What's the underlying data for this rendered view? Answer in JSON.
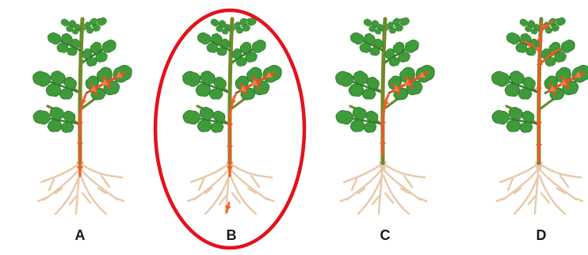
{
  "options": [
    {
      "label": "A",
      "flow": "leaves-to-root"
    },
    {
      "label": "B",
      "flow": "leaves-to-root-tip"
    },
    {
      "label": "C",
      "flow": "leaves-to-stem"
    },
    {
      "label": "D",
      "flow": "leaves-to-shoot-tip-and-root"
    }
  ],
  "selected_option": "B",
  "colors": {
    "leaf": "#3f9a3a",
    "leaf_dark": "#2e7a2b",
    "stem": "#6f8a2a",
    "root": "#e7c9a9",
    "flow": "#f15a24",
    "flow_leaf": "#e8502a",
    "selection_ring": "#e3121b"
  },
  "icons": {
    "flow_marker": "arrow-icon",
    "plant": "tomato-plant-icon"
  }
}
